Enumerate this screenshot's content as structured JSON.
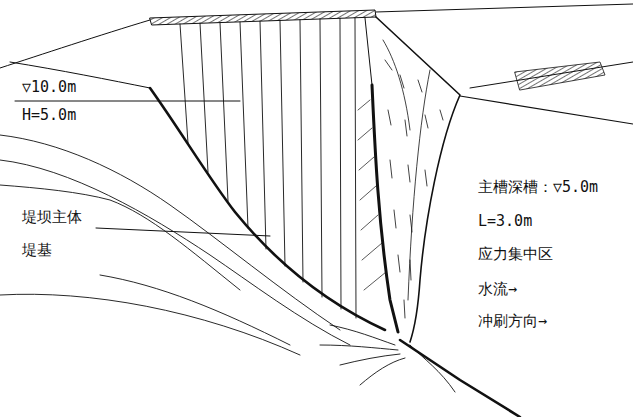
{
  "diagram": {
    "labels": [
      "▽10.0m",
      "H=5.0m",
      "堤坝主体",
      "堤基",
      "主槽深槽：▽5.0m",
      "L=3.0m",
      "应力集中区",
      "水流→",
      "冲刷方向→"
    ]
  }
}
